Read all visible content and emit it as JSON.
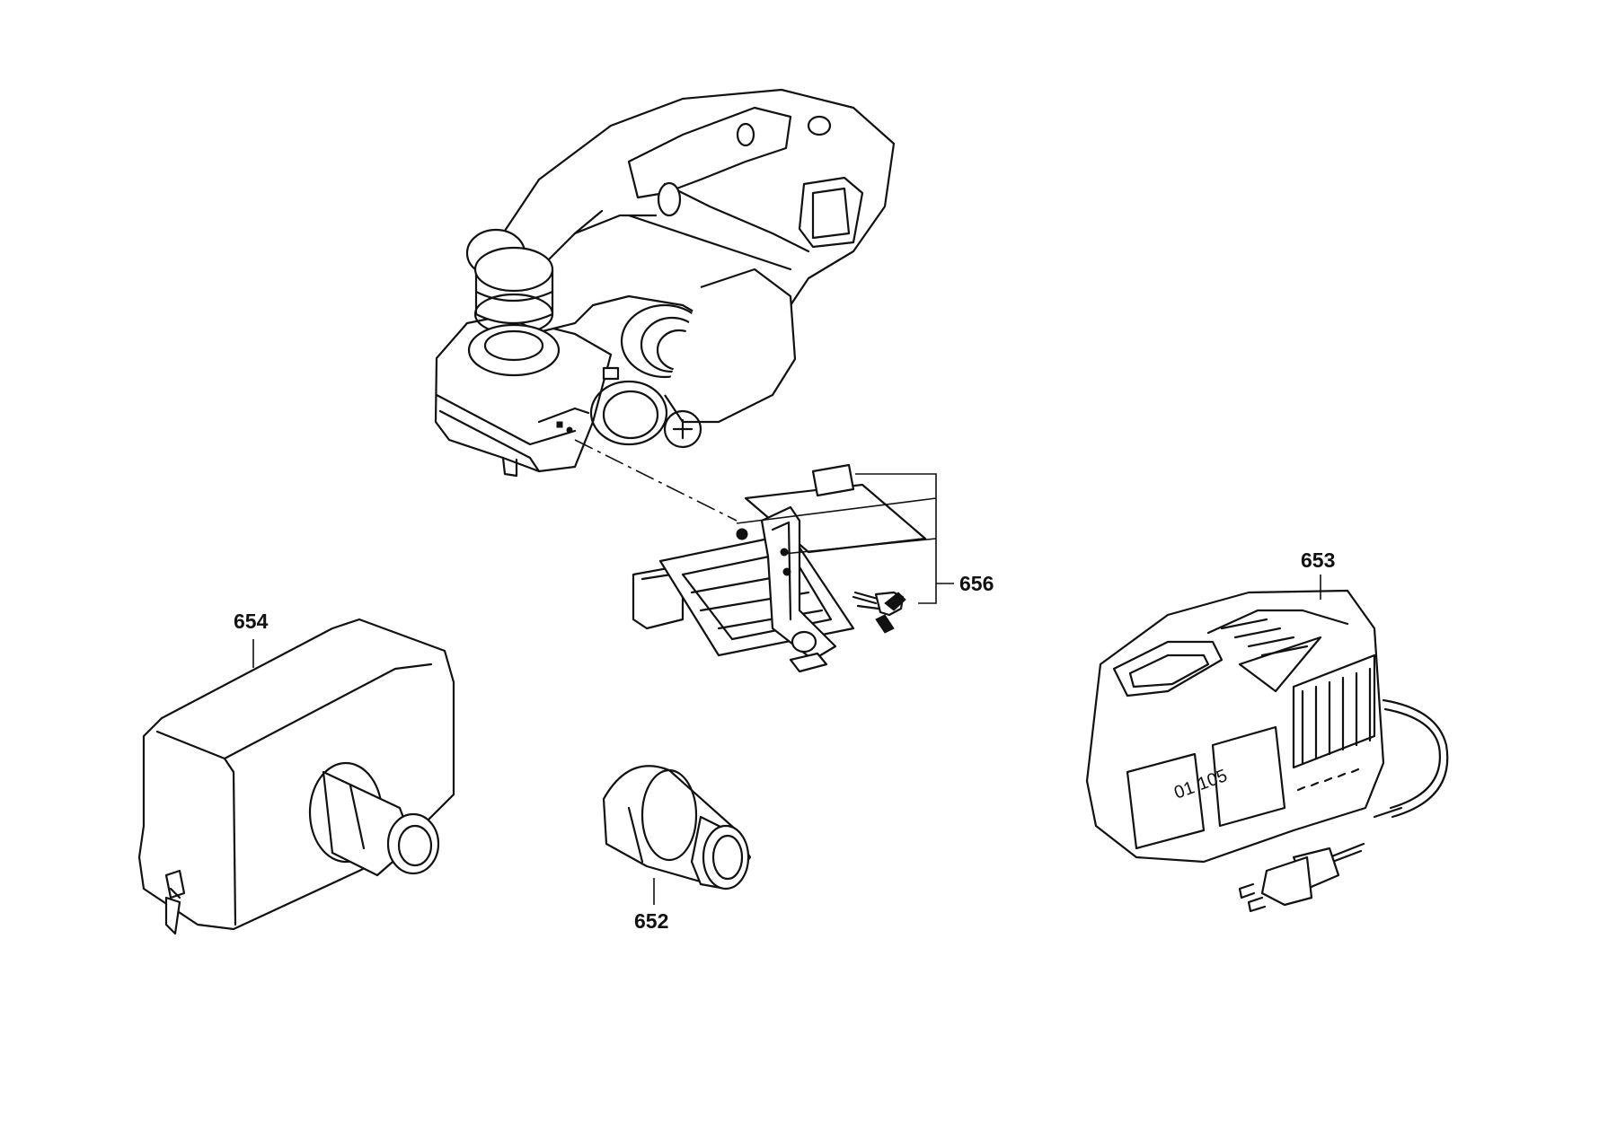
{
  "parts": [
    {
      "id": "cordless-planer",
      "label": ""
    },
    {
      "id": "parallel-guide",
      "label": "656"
    },
    {
      "id": "battery-charger",
      "label": "653"
    },
    {
      "id": "dust-bag",
      "label": "654"
    },
    {
      "id": "dust-adapter",
      "label": "652"
    }
  ],
  "charger_marking": "01 105",
  "line_color": "#111111",
  "background": "#ffffff"
}
